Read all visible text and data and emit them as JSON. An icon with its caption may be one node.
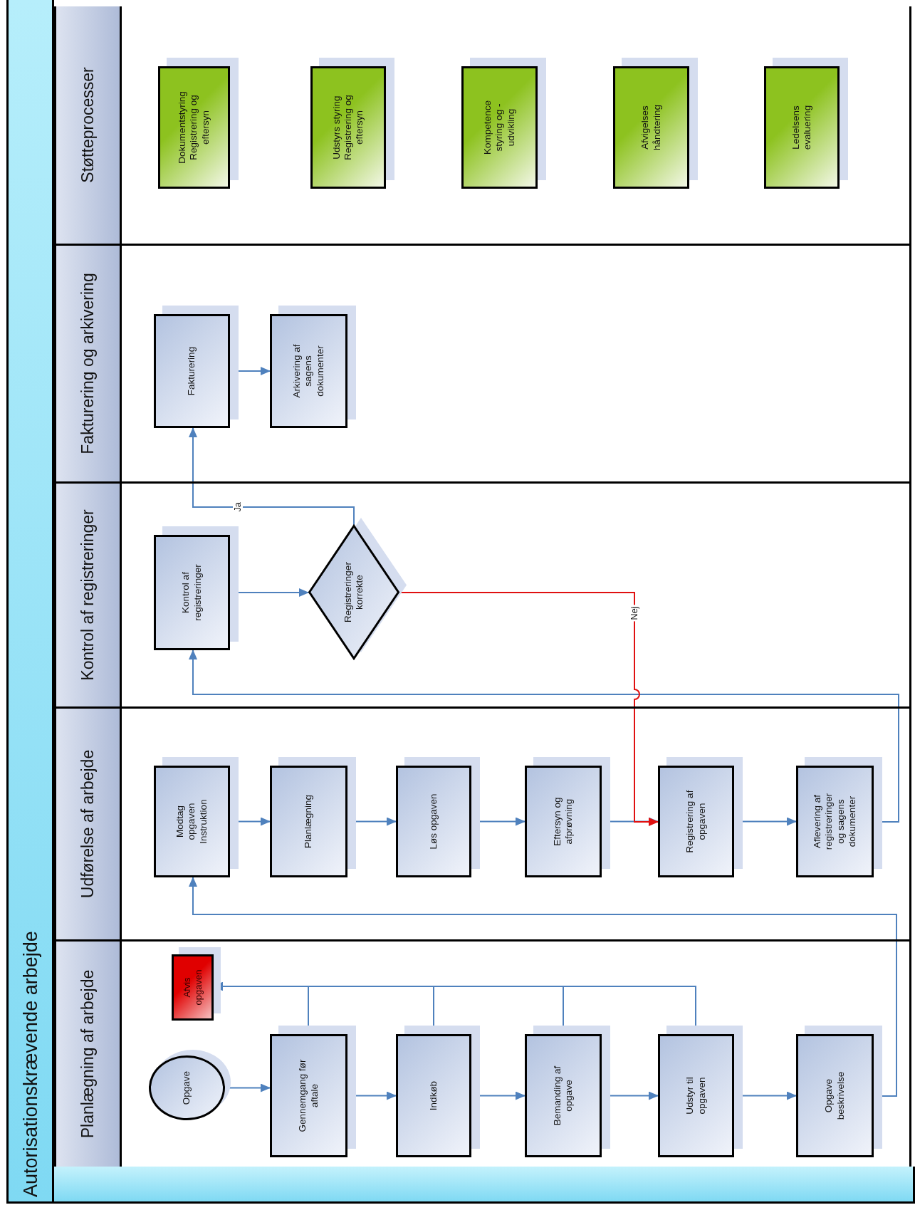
{
  "diagram": {
    "title": "Autorisationskrævende arbejde",
    "nodes": [
      {
        "text": [
          "Planlægning af arbejde"
        ]
      },
      {
        "text": [
          "Opgave"
        ],
        "in": 0
      },
      {
        "text": [
          "Afvis opgaven"
        ],
        "in": 0
      },
      {
        "text": [
          "Gennemgang før aftale"
        ],
        "in": 0
      },
      {
        "text": [
          "Indkøb"
        ],
        "in": 0
      },
      {
        "text": [
          "Bemanding af opgave"
        ],
        "in": 0
      },
      {
        "text": [
          "Udstyr til opgaven"
        ],
        "in": 0
      },
      {
        "text": [
          "Opgave beskrivelse"
        ],
        "in": 0
      },
      {
        "text": [
          "Udførelse af arbejde"
        ]
      },
      {
        "text": [
          "Modtag opgaven Instruktion"
        ],
        "in": 8
      },
      {
        "text": [
          "Planlægning"
        ],
        "in": 8
      },
      {
        "text": [
          "Løs opgaven"
        ],
        "in": 8
      },
      {
        "text": [
          "Eftersyn og afprøvning"
        ],
        "in": 8
      },
      {
        "text": [
          "Registrering af opgaven"
        ],
        "in": 8
      },
      {
        "text": [
          "Aflevering af registreringer og sagens dokumenter"
        ],
        "in": 8
      },
      {
        "text": [
          "Kontrol af registreringer"
        ]
      },
      {
        "text": [
          "Kontrol af registreringer"
        ],
        "in": 15
      },
      {
        "text": [
          "Registreringer korrekte"
        ],
        "in": 15
      },
      {
        "text": [
          "Fakturering og arkivering"
        ]
      },
      {
        "text": [
          "Fakturering"
        ],
        "in": 18
      },
      {
        "text": [
          "Arkivering af sagens dokumenter"
        ],
        "in": 18
      },
      {
        "text": [
          "Støtteprocesser"
        ]
      },
      {
        "text": [
          "Dokumentstyring Registrering og eftersyn"
        ],
        "in": 21
      },
      {
        "text": [
          "Udstyrs styring Registrering og eftersyn"
        ],
        "in": 21
      },
      {
        "text": [
          "Kompetence styring og -udvikling"
        ],
        "in": 21
      },
      {
        "text": [
          "Afvigelses håndtering"
        ],
        "in": 21
      },
      {
        "text": [
          "Ledelsens evaluering"
        ],
        "in": 21
      },
      {
        "text": [],
        "shape": "bar"
      }
    ],
    "edges": [
      {
        "from": 1,
        "to": 3,
        "arrow": "to"
      },
      {
        "from": 3,
        "to": 4,
        "arrow": "to"
      },
      {
        "from": 4,
        "to": 5,
        "arrow": "to"
      },
      {
        "from": 5,
        "to": 6,
        "arrow": "to"
      },
      {
        "from": 6,
        "to": 7,
        "arrow": "to"
      },
      {
        "from": 3,
        "to": 2,
        "arrow": "to"
      },
      {
        "from": 4,
        "to": 2,
        "arrow": "to"
      },
      {
        "from": 5,
        "to": 2,
        "arrow": "to"
      },
      {
        "from": 6,
        "to": 2,
        "arrow": "to"
      },
      {
        "from": 7,
        "to": 9,
        "arrow": "to"
      },
      {
        "from": 9,
        "to": 10,
        "arrow": "to"
      },
      {
        "from": 10,
        "to": 11,
        "arrow": "to"
      },
      {
        "from": 11,
        "to": 12,
        "arrow": "to"
      },
      {
        "from": 12,
        "to": 13,
        "arrow": "to"
      },
      {
        "from": 13,
        "to": 14,
        "arrow": "to"
      },
      {
        "from": 14,
        "to": 16,
        "arrow": "to"
      },
      {
        "from": 16,
        "to": 17,
        "arrow": "to"
      },
      {
        "from": 17,
        "to": 19,
        "arrow": "to",
        "label": "Ja"
      },
      {
        "from": 17,
        "to": 13,
        "arrow": "to",
        "label": "Nej",
        "color": "#e01010"
      },
      {
        "from": 19,
        "to": 20,
        "arrow": "to"
      }
    ]
  }
}
